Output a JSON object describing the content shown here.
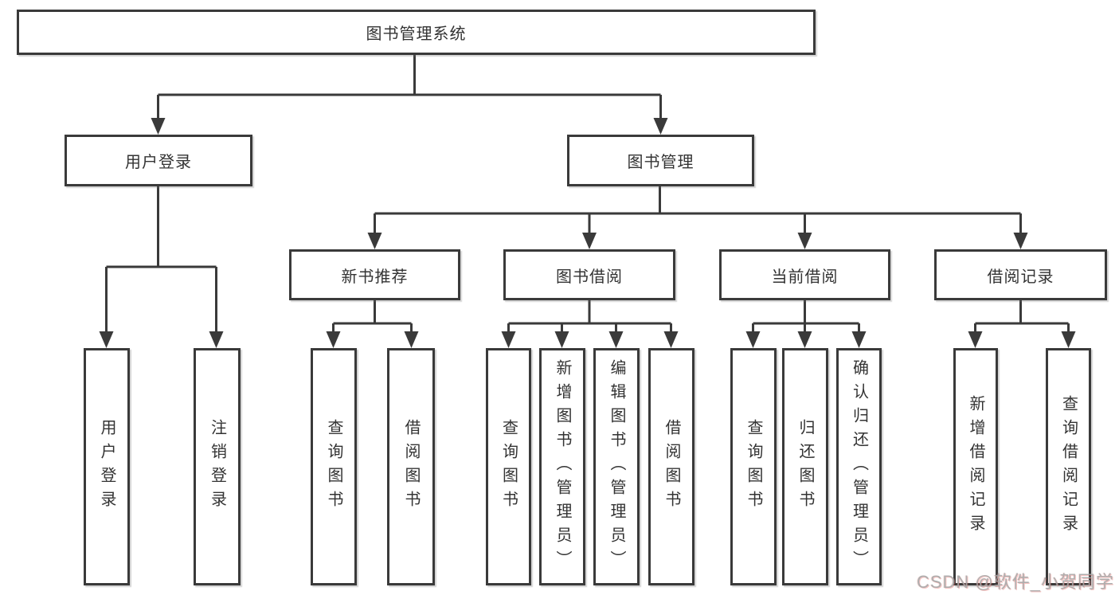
{
  "diagram": {
    "root": {
      "label": "图书管理系统"
    },
    "branches": [
      {
        "label": "用户登录",
        "children": [
          {
            "label": "用户登录"
          },
          {
            "label": "注销登录"
          }
        ]
      },
      {
        "label": "图书管理",
        "sections": [
          {
            "label": "新书推荐",
            "children": [
              {
                "label": "查询图书"
              },
              {
                "label": "借阅图书"
              }
            ]
          },
          {
            "label": "图书借阅",
            "children": [
              {
                "label": "查询图书"
              },
              {
                "label": "新增图书（管理员）"
              },
              {
                "label": "编辑图书（管理员）"
              },
              {
                "label": "借阅图书"
              }
            ]
          },
          {
            "label": "当前借阅",
            "children": [
              {
                "label": "查询图书"
              },
              {
                "label": "归还图书"
              },
              {
                "label": "确认归还（管理员）"
              }
            ]
          },
          {
            "label": "借阅记录",
            "children": [
              {
                "label": "新增借阅记录"
              },
              {
                "label": "查询借阅记录"
              }
            ]
          }
        ]
      }
    ]
  },
  "watermark": {
    "text": "CSDN @软件_小贺同学"
  },
  "colors": {
    "line": "#3a3a3a",
    "text": "#333333",
    "box_bg": "#ffffff",
    "watermark": "#a6a6a6"
  }
}
